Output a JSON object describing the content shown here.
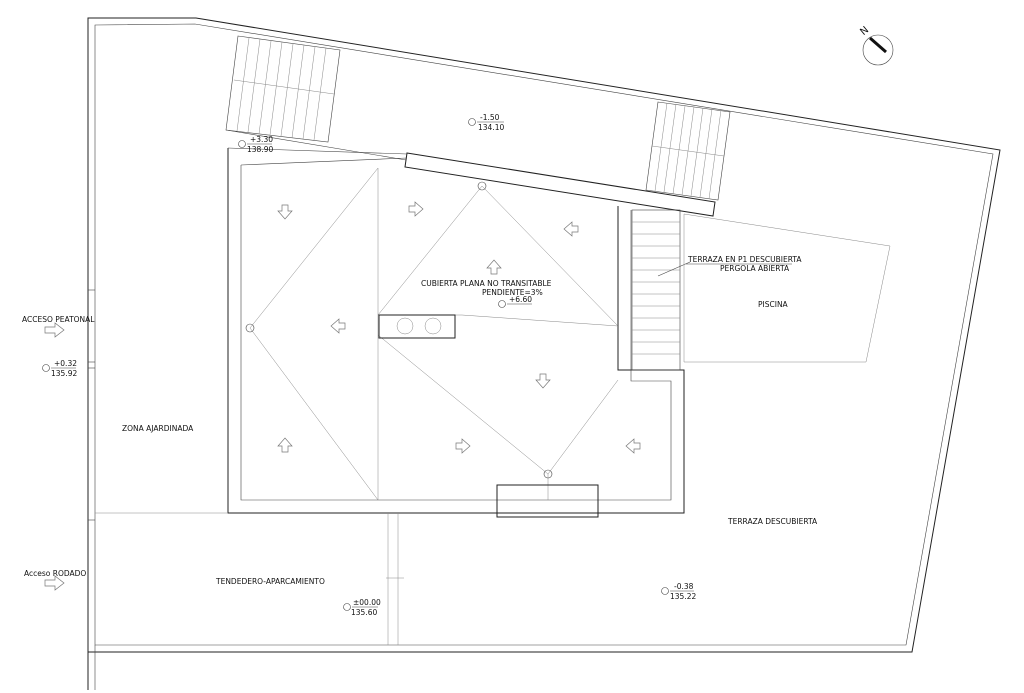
{
  "labels": {
    "acceso_peatonal": "ACCESO PEATONAL",
    "acceso_rodado": "Acceso RODADO",
    "zona_ajardinada": "ZONA AJARDINADA",
    "tendedero": "TENDEDERO-APARCAMIENTO",
    "cubierta_line1": "CUBIERTA PLANA NO TRANSITABLE",
    "cubierta_line2": "PENDIENTE=3%",
    "terraza_p1": "TERRAZA EN P1 DESCUBIERTA",
    "pergola": "PERGOLA ABIERTA",
    "piscina": "PISCINA",
    "terraza_descubierta": "TERRAZA DESCUBIERTA",
    "north": "N"
  },
  "elevations": {
    "top": {
      "rel": "-1.50",
      "abs": "134.10"
    },
    "upper_left": {
      "rel": "+3.30",
      "abs": "138.90"
    },
    "roof": {
      "rel": "+6.60"
    },
    "entrance": {
      "rel": "+0.32",
      "abs": "135.92"
    },
    "parking": {
      "rel": "±00.00",
      "abs": "135.60"
    },
    "terrace": {
      "rel": "-0.38",
      "abs": "135.22"
    }
  }
}
